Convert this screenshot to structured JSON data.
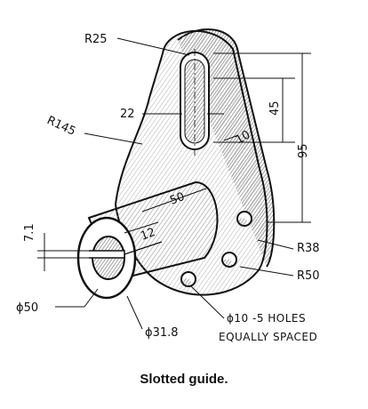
{
  "title": "Slotted guide.",
  "dimensions": {
    "r25": "R25",
    "r145": "R145",
    "d22": "22",
    "d45": "45",
    "d10": "10",
    "d95": "95",
    "d50": "50",
    "d12": "12",
    "d71": "7.1",
    "r38": "R38",
    "r50": "R50",
    "phi50": "ϕ50",
    "phi318": "ϕ31.8",
    "holes_line1": "ϕ10 -5 HOLES",
    "holes_line2": "EQUALLY SPACED"
  }
}
